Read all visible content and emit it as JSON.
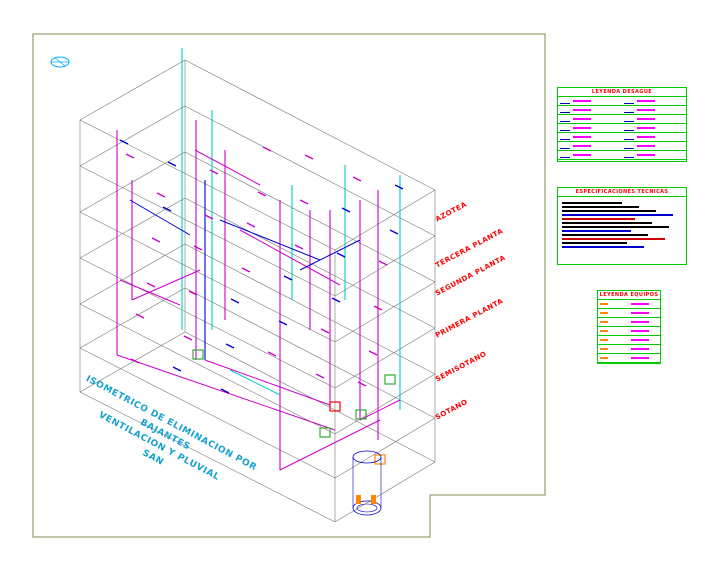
{
  "drawing": {
    "floor_labels": [
      "AZOTEA",
      "TERCERA PLANTA",
      "SEGUNDA PLANTA",
      "PRIMERA PLANTA",
      "SEMISOTANO",
      "SOTANO"
    ],
    "title_lines": [
      "ISOMETRICO DE ELIMINACION POR BAJANTES",
      "VENTILACION Y PLUVIAL",
      "SAN"
    ]
  },
  "legend_desague": {
    "title": "LEYENDA DESAGUE",
    "rows": 7
  },
  "specs": {
    "title": "ESPECIFICACIONES TECNICAS",
    "lines": 12
  },
  "legend_equipos": {
    "title": "LEYENDA EQUIPOS",
    "rows": 7
  },
  "colors": {
    "frame": "#888855",
    "building": "#777777",
    "pipe_drain": "#cc00cc",
    "pipe_vent": "#00cccc",
    "pipe_blue": "#0000cc",
    "label_red": "#ff0000",
    "panel_green": "#00cc00",
    "title_cyan": "#16a0d0",
    "fixture_green": "#33aa33",
    "fixture_orange": "#ff8800"
  },
  "icons": [
    "north-arrow-icon",
    "manhole-icon"
  ]
}
